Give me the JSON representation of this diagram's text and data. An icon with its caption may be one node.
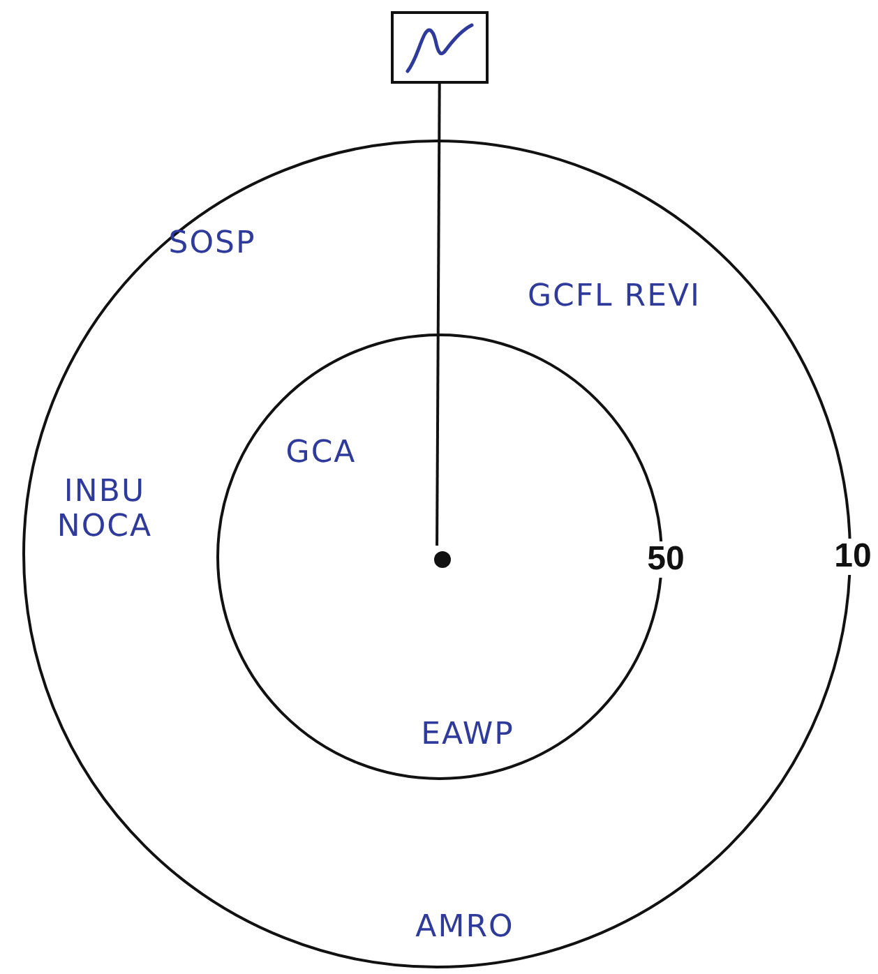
{
  "diagram": {
    "nodes": [
      {
        "text": [],
        "shape": "picture"
      },
      {
        "text": [
          "10"
        ]
      },
      {
        "text": [
          "50"
        ],
        "in": 1
      },
      {
        "text": [],
        "shape": "circle",
        "in": 2
      }
    ],
    "edges": [
      {
        "from": 0,
        "to": 3,
        "arrow": "none"
      }
    ],
    "labels": [
      "SOSP",
      "GCFL REVI",
      "GCA",
      "INBU NOCA",
      "EAWP",
      "AMRO"
    ]
  }
}
